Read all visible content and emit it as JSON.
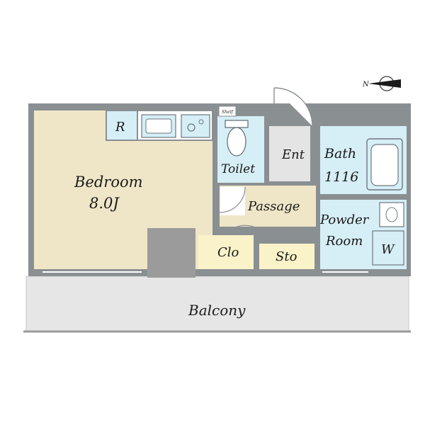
{
  "compass": {
    "label": "N"
  },
  "rooms": {
    "bedroom": {
      "name": "Bedroom",
      "size": "8.0J"
    },
    "refrigerator": {
      "label": "R"
    },
    "toilet": {
      "label": "Toilet",
      "shelf": "Shelf"
    },
    "entrance": {
      "label": "Ent"
    },
    "bath": {
      "name": "Bath",
      "size": "1116"
    },
    "passage": {
      "label": "Passage"
    },
    "powder_room": {
      "line1": "Powder",
      "line2": "Room"
    },
    "washer": {
      "label": "W"
    },
    "closet": {
      "label": "Clo"
    },
    "storage": {
      "label": "Sto"
    },
    "balcony": {
      "label": "Balcony"
    }
  },
  "colors": {
    "wall": "#8a8f92",
    "bedroom_floor": "#efe6c8",
    "wet_area": "#d6eef6",
    "closet": "#faf3c9",
    "passage": "#efe6c8",
    "entrance": "#e4e4e4",
    "balcony": "#e6e6e6",
    "column": "#9b9b9b"
  }
}
